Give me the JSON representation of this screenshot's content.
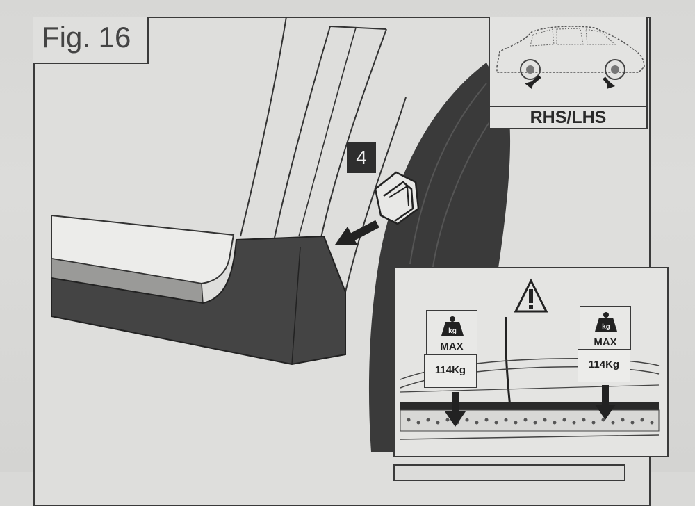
{
  "figure": {
    "label": "Fig. 16",
    "step_number": "4"
  },
  "car_inset": {
    "caption": "RHS/LHS",
    "icon": "car-side-view"
  },
  "load_inset": {
    "warning_icon": "warning-triangle-icon",
    "left_weight": {
      "icon": "kg-weight-icon",
      "icon_text": "kg",
      "max_label": "MAX",
      "value": "114Kg"
    },
    "right_weight": {
      "icon": "kg-weight-icon",
      "icon_text": "kg",
      "max_label": "MAX",
      "value": "114Kg"
    }
  }
}
